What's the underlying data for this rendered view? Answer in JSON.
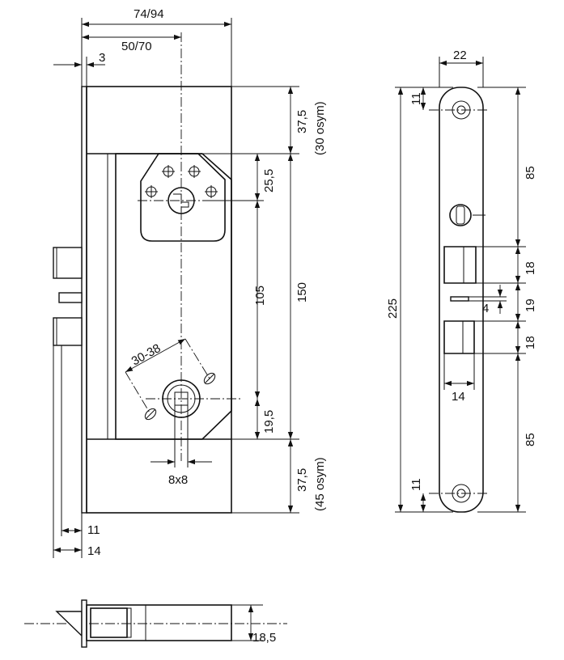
{
  "front_view": {
    "width_overall": "74/94",
    "backset": "50/70",
    "faceplate_thickness": "3",
    "top_offset": "37,5",
    "top_offset_note": "(30 osym)",
    "cylinder_offset": "25,5",
    "cylinder_to_spindle": "105",
    "case_height": "150",
    "handle_hole_spacing": "30-38",
    "spindle_offset": "19,5",
    "spindle_square": "8x8",
    "bottom_offset": "37,5",
    "bottom_offset_note": "(45 osym)",
    "latch_projection": "11",
    "bolt_projection": "14"
  },
  "faceplate_view": {
    "width": "22",
    "screw_hole_top": "11",
    "top_to_thumbturn": "85",
    "latch_height": "18",
    "gap_height": "19",
    "small_slot": "4",
    "bolt_height": "18",
    "total_height": "225",
    "bolt_width": "14",
    "bottom_section": "85",
    "screw_hole_bottom": "11"
  },
  "bottom_view": {
    "depth": "18,5"
  },
  "colors": {
    "line": "#111111",
    "background": "#ffffff"
  }
}
